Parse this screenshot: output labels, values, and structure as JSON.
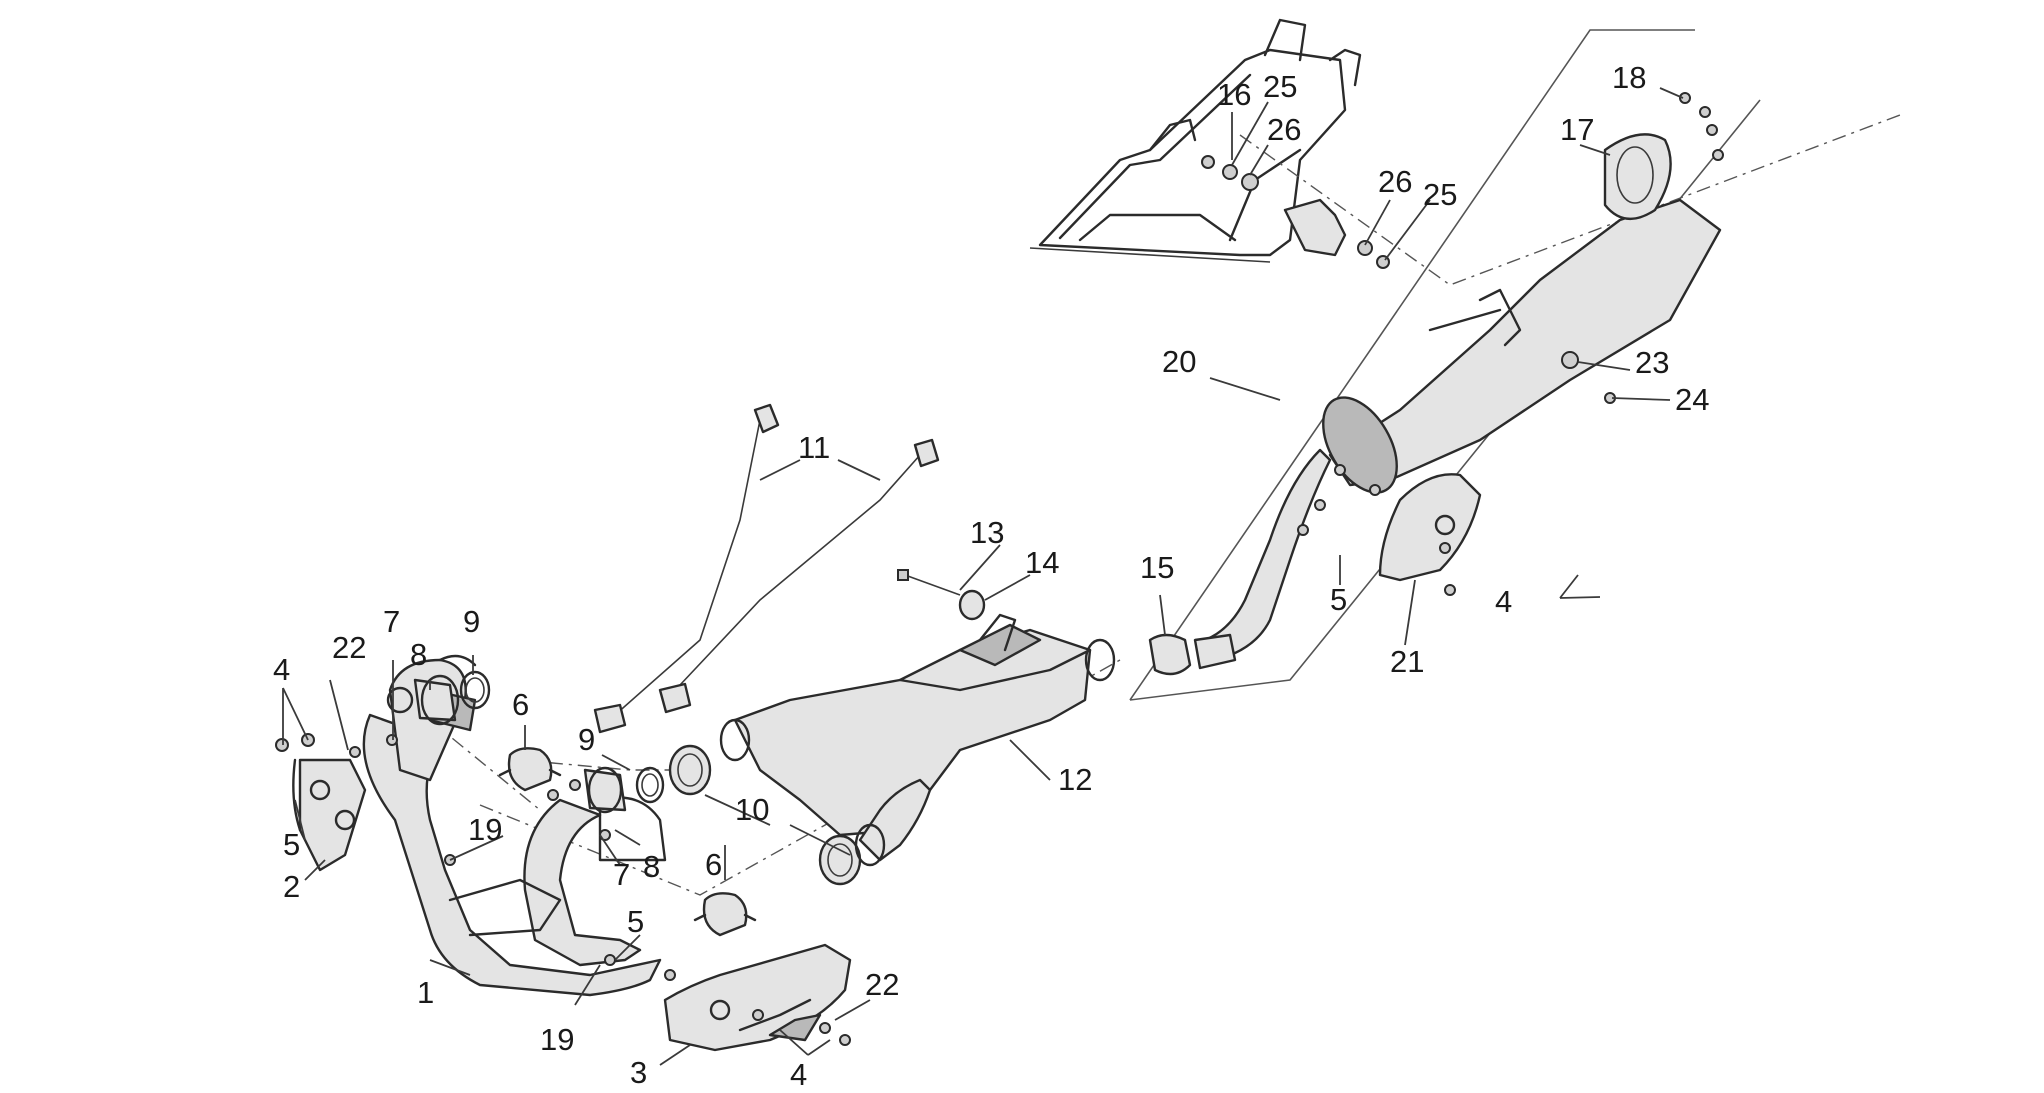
{
  "callouts": {
    "c1": "1",
    "c2": "2",
    "c3": "3",
    "c4a": "4",
    "c4b": "4",
    "c4c": "4",
    "c5a": "5",
    "c5b": "5",
    "c5c": "5",
    "c6a": "6",
    "c6b": "6",
    "c7a": "7",
    "c7b": "7",
    "c8a": "8",
    "c8b": "8",
    "c9a": "9",
    "c9b": "9",
    "c10": "10",
    "c11": "11",
    "c12": "12",
    "c13": "13",
    "c14": "14",
    "c15": "15",
    "c16": "16",
    "c17": "17",
    "c18": "18",
    "c19a": "19",
    "c19b": "19",
    "c20": "20",
    "c21": "21",
    "c22a": "22",
    "c22b": "22",
    "c23": "23",
    "c24": "24",
    "c25a": "25",
    "c25b": "25",
    "c26a": "26",
    "c26b": "26"
  }
}
